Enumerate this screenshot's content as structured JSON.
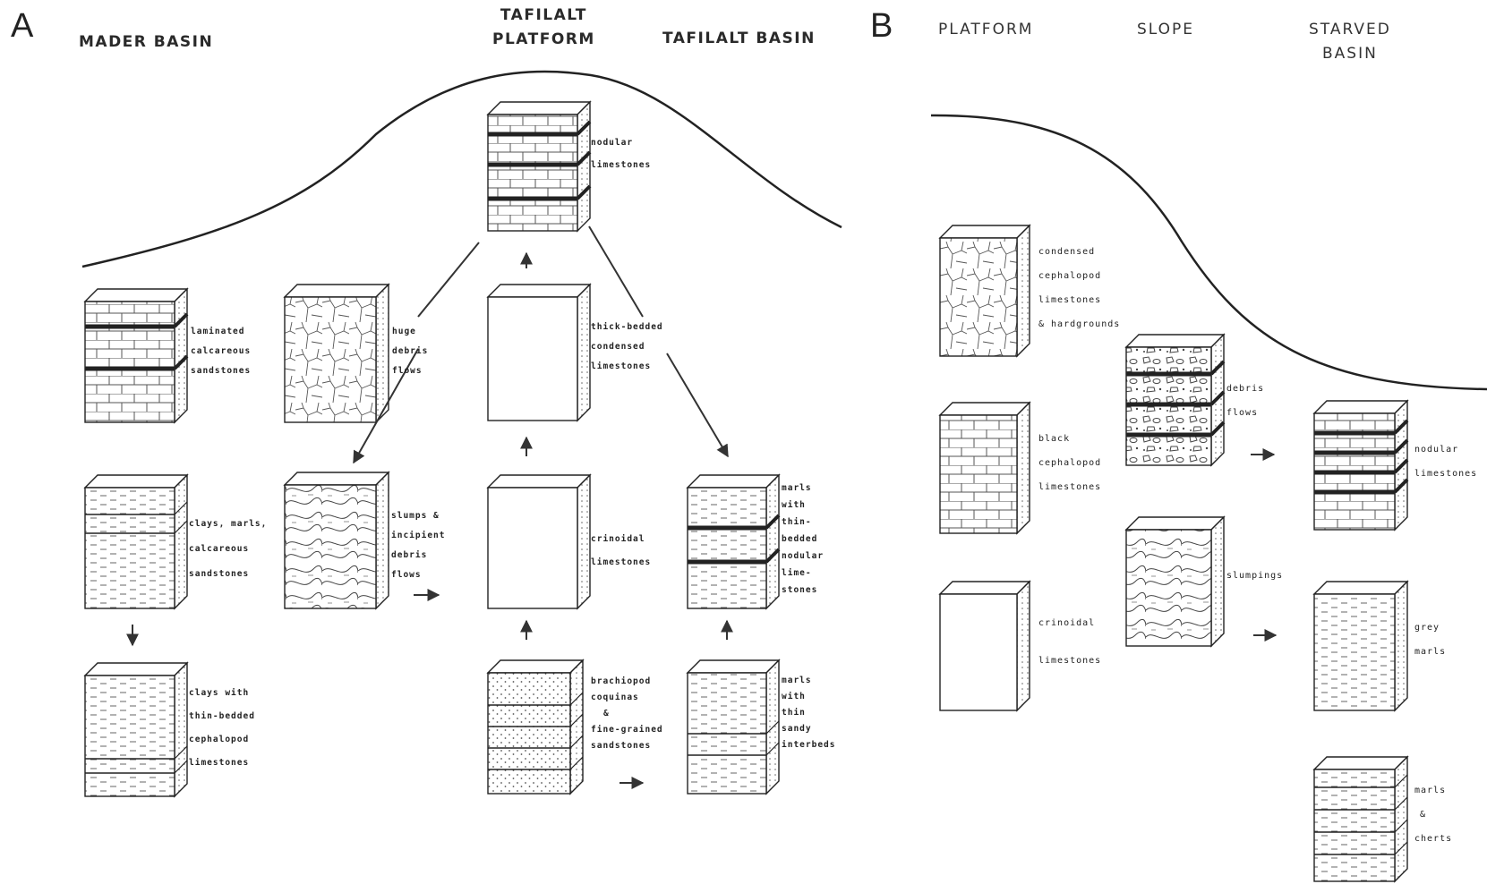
{
  "panels": {
    "a": {
      "letter": "A",
      "regions": {
        "mader": "MADER BASIN",
        "platform_1": "TAFILALT",
        "platform_2": "PLATFORM",
        "tafilalt_basin": "TAFILALT BASIN"
      },
      "labels": {
        "nodular": [
          "nodular",
          "limestones"
        ],
        "laminated": [
          "laminated",
          "calcareous",
          "sandstones"
        ],
        "huge_debris": [
          "huge",
          "debris",
          "flows"
        ],
        "thick_bedded": [
          "thick-bedded",
          "condensed",
          "limestones"
        ],
        "clays_marls": [
          "clays, marls,",
          "calcareous",
          "sandstones"
        ],
        "slumps": [
          "slumps &",
          "incipient",
          "debris",
          "flows"
        ],
        "crinoidal": [
          "crinoidal",
          "limestones"
        ],
        "marls_nodular": [
          "marls",
          "with",
          "thin-",
          "bedded",
          "nodular",
          "lime-",
          "stones"
        ],
        "clays_thin": [
          "clays with",
          "thin-bedded",
          "cephalopod",
          "limestones"
        ],
        "brachiopod": [
          "brachiopod",
          "coquinas",
          "&",
          "fine-grained",
          "sandstones"
        ],
        "marls_sandy": [
          "marls",
          "with",
          "thin",
          "sandy",
          "interbeds"
        ]
      }
    },
    "b": {
      "letter": "B",
      "regions": {
        "platform": "PLATFORM",
        "slope": "SLOPE",
        "starved_1": "STARVED",
        "starved_2": "BASIN"
      },
      "labels": {
        "condensed": [
          "condensed",
          "cephalopod",
          "limestones",
          "& hardgrounds"
        ],
        "debris": [
          "debris",
          "flows"
        ],
        "black": [
          "black",
          "cephalopod",
          "limestones"
        ],
        "nodular": [
          "nodular",
          "limestones"
        ],
        "slumpings": [
          "slumpings"
        ],
        "crinoidal": [
          "crinoidal",
          "limestones"
        ],
        "grey": [
          "grey",
          "marls"
        ],
        "marls_cherts": [
          "marls",
          "&",
          "cherts"
        ]
      }
    }
  }
}
